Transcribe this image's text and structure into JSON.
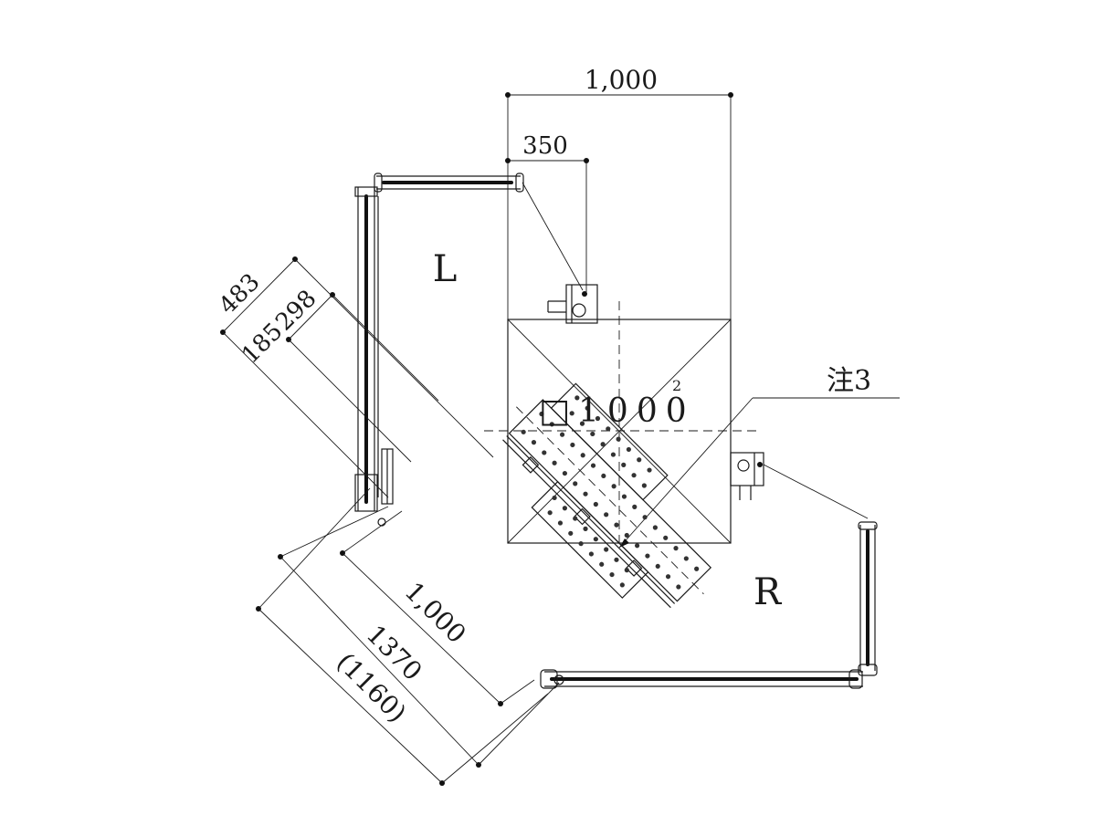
{
  "dimensions": {
    "top_width": "1,000",
    "top_offset": "350",
    "diag_total": "483",
    "diag_part_a": "185",
    "diag_part_b": "298",
    "belt_width": "1,000",
    "belt_outer": "1370",
    "belt_ref": "(1160)"
  },
  "labels": {
    "left_side": "L",
    "right_side": "R",
    "square_size": "□1000",
    "square_superscript": "2",
    "note": "注3"
  }
}
